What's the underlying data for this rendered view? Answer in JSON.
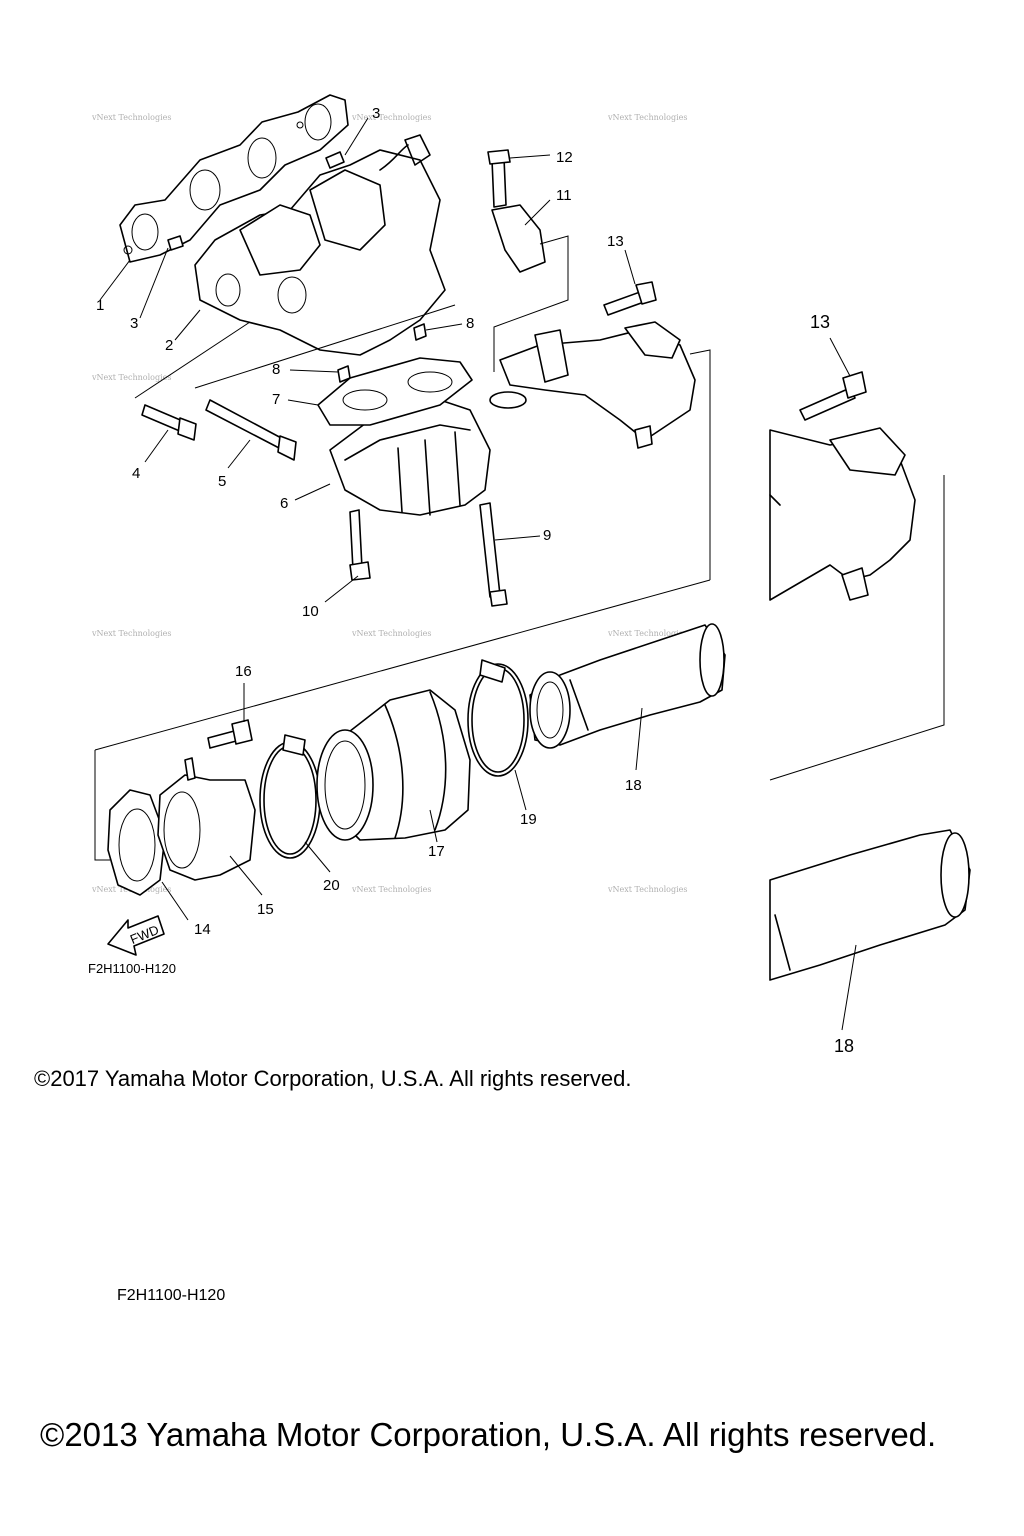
{
  "diagram_code_top": "F2H1100-H120",
  "diagram_code_bottom": "F2H1100-H120",
  "fwd_label": "FWD",
  "watermark": "vNext Technologies",
  "copyright_2017": "©2017 Yamaha Motor Corporation, U.S.A. All rights reserved.",
  "copyright_2013": "©2013 Yamaha Motor Corporation, U.S.A. All rights reserved.",
  "callouts": {
    "c1": "1",
    "c2": "2",
    "c3a": "3",
    "c3b": "3",
    "c4": "4",
    "c5": "5",
    "c6": "6",
    "c7": "7",
    "c8a": "8",
    "c8b": "8",
    "c9": "9",
    "c10": "10",
    "c11": "11",
    "c12": "12",
    "c13a": "13",
    "c13b": "13",
    "c14": "14",
    "c15": "15",
    "c16": "16",
    "c17": "17",
    "c18a": "18",
    "c18b": "18",
    "c19": "19",
    "c20": "20"
  }
}
